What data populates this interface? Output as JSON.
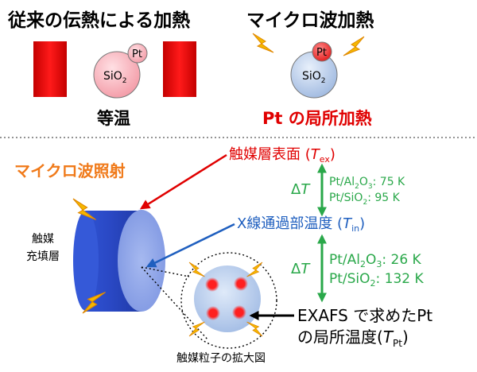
{
  "top": {
    "left_title": "従来の伝熱による加熱",
    "right_title": "マイクロ波加熱",
    "left_caption": "等温",
    "right_caption_pt": "Pt",
    "right_caption_rest": " の局所加熱",
    "pt_label": "Pt",
    "sio_label": "SiO",
    "sio_sub": "2"
  },
  "bottom": {
    "microwave_label": "マイクロ波照射",
    "bed_line1": "触媒",
    "bed_line2": "充填層",
    "surface_label": "触媒層表面 (",
    "surface_T": "T",
    "surface_sub": "ex",
    "surface_close": ")",
    "xray_label": "X線通過部温度 (",
    "xray_T": "T",
    "xray_sub": "in",
    "xray_close": ")",
    "dT1": [
      "Pt/Al",
      "2",
      "O",
      "3",
      ": 75 K"
    ],
    "dT1b": [
      "Pt/SiO",
      "2",
      ": 95 K"
    ],
    "dT2": [
      "Pt/Al",
      "2",
      "O",
      "3",
      ": 26 K"
    ],
    "dT2b": [
      "Pt/SiO",
      "2",
      ": 132 K"
    ],
    "delta": "Δ",
    "delta_T": "T",
    "exafs_line1": "EXAFS で求めたPt",
    "exafs_line2_pre": "の局所温度(",
    "exafs_T": "T",
    "exafs_sub": "Pt",
    "exafs_close": ")",
    "zoom_caption": "触媒粒子の拡大図"
  },
  "colors": {
    "red": "#e00000",
    "blue": "#1f5fbf",
    "green": "#2aa84a",
    "orange": "#f07a1a"
  }
}
